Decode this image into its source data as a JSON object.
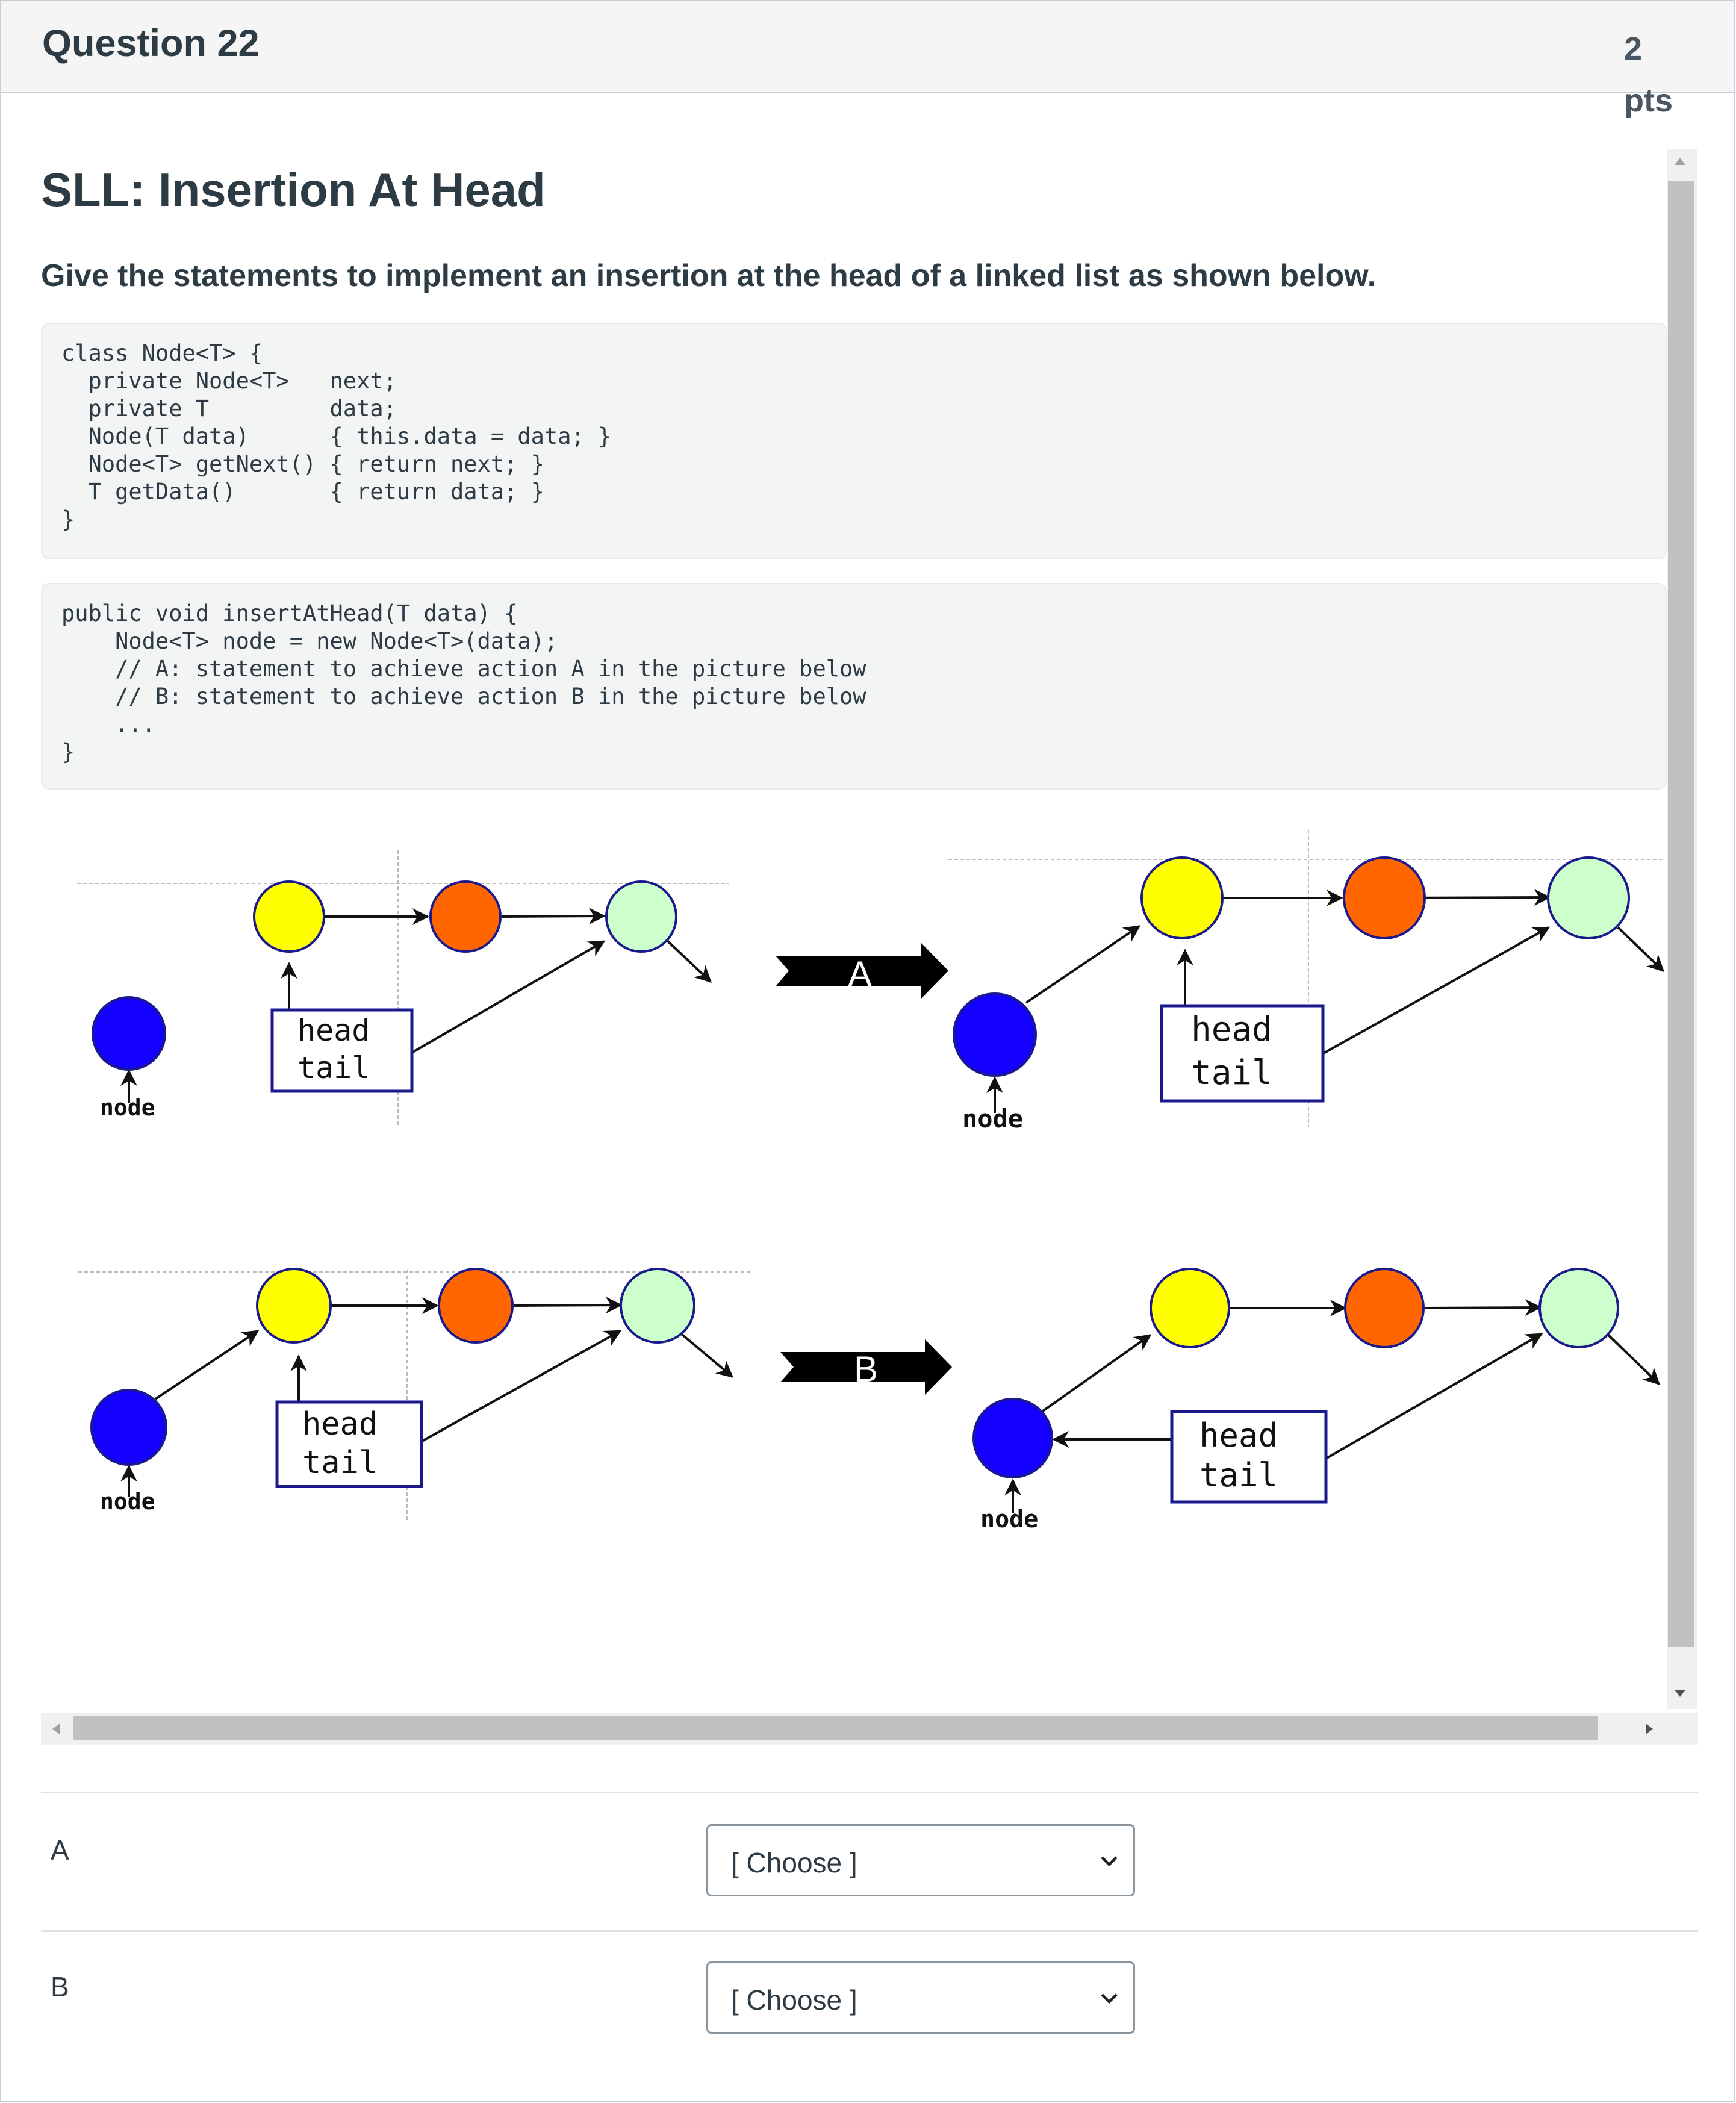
{
  "question": {
    "title": "Question 22",
    "points_value": "2",
    "points_unit": "pts"
  },
  "content": {
    "heading": "SLL: Insertion At Head",
    "instructions": "Give the statements to implement an insertion at the head of a linked list as shown below.",
    "code_block_1": [
      "class Node<T> {",
      "  private Node<T>   next;",
      "  private T         data;",
      "  Node(T data)      { this.data = data; }",
      "  Node<T> getNext() { return next; }",
      "  T getData()       { return data; }",
      "}"
    ],
    "code_block_2": [
      "public void insertAtHead(T data) {",
      "    Node<T> node = new Node<T>(data);",
      "    // A: statement to achieve action A in the picture below",
      "    // B: statement to achieve action B in the picture below",
      "    ...",
      "}"
    ]
  },
  "diagram": {
    "action_a_label": "A",
    "action_b_label": "B",
    "head_label": "head",
    "tail_label": "tail",
    "node_label": "node",
    "colors": {
      "new_node": "#1400ff",
      "first": "#ffff00",
      "second": "#ff6600",
      "third": "#ccffcc",
      "box_border": "#1a1a8c"
    }
  },
  "answers": [
    {
      "label": "A",
      "selected": "[ Choose ]"
    },
    {
      "label": "B",
      "selected": "[ Choose ]"
    }
  ]
}
